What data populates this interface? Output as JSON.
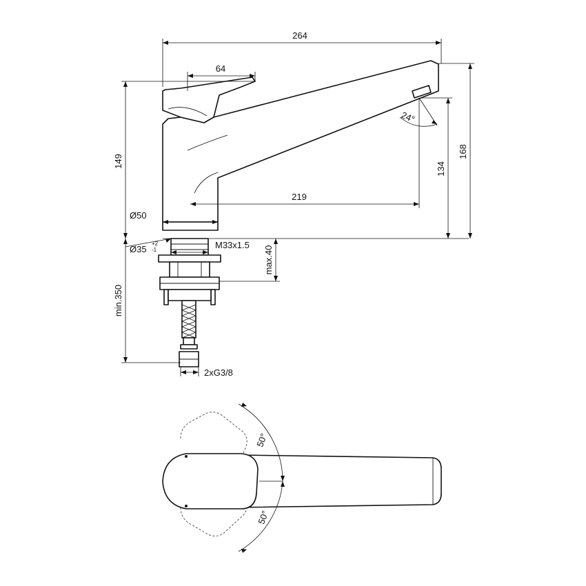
{
  "dimensions": {
    "overall_width": "264",
    "lever_length": "64",
    "body_height": "149",
    "total_height": "168",
    "spout_height": "134",
    "spout_reach": "219",
    "spout_angle": "24°",
    "base_diameter": "Ø50",
    "hole_diameter": "Ø35",
    "hole_tol_plus": "+2",
    "hole_tol_minus": "-1",
    "thread": "M33x1.5",
    "max_thickness": "max.40",
    "hose_length": "min.350",
    "connection": "2xG3/8",
    "lever_angle_top": "50°",
    "lever_angle_bottom": "50°"
  }
}
